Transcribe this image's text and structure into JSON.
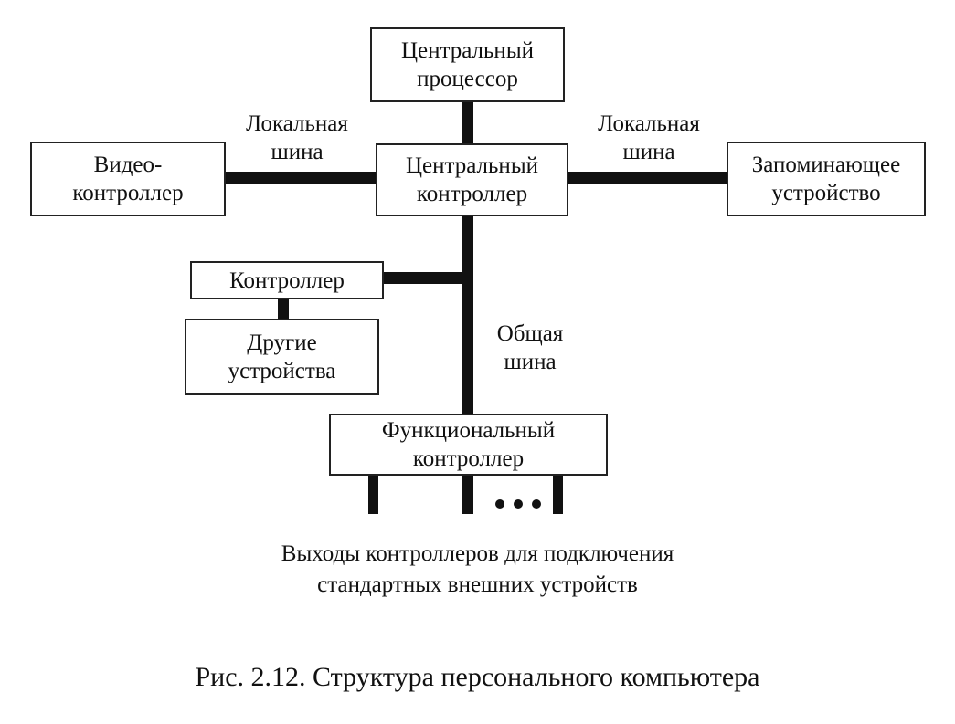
{
  "blocks": {
    "cpu": [
      "Центральный",
      "процессор"
    ],
    "central_controller": [
      "Центральный",
      "контроллер"
    ],
    "video_controller": [
      "Видео-",
      "контроллер"
    ],
    "storage": [
      "Запоминающее",
      "устройство"
    ],
    "controller": "Контроллер",
    "other_devices": [
      "Другие",
      "устройства"
    ],
    "functional_controller": [
      "Функциональный",
      "контроллер"
    ]
  },
  "bus_labels": {
    "local_left": [
      "Локальная",
      "шина"
    ],
    "local_right": [
      "Локальная",
      "шина"
    ],
    "common": [
      "Общая",
      "шина"
    ]
  },
  "outputs_caption": [
    "Выходы контроллеров для подключения",
    "стандартных внешних устройств"
  ],
  "figure_caption": "Рис. 2.12. Структура персонального компьютера"
}
